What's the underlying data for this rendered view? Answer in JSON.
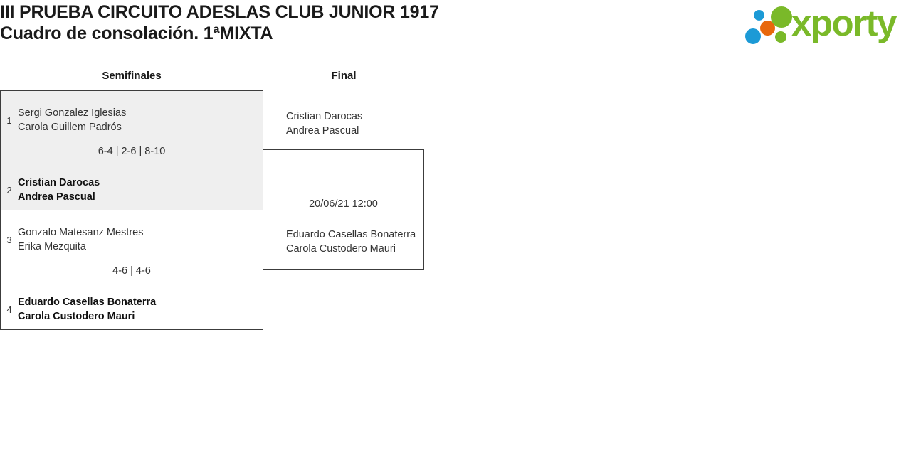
{
  "header": {
    "title_line_1": "III PRUEBA CIRCUITO ADESLAS CLUB JUNIOR 1917",
    "title_line_2": "Cuadro de consolación. 1ªMIXTA",
    "logo_text": "xporty",
    "logo_colors": {
      "green": "#7ab929",
      "blue": "#1c9ad6",
      "orange": "#e8680c"
    }
  },
  "rounds": [
    {
      "label": "Semifinales"
    },
    {
      "label": "Final"
    }
  ],
  "matches": {
    "semifinal_1": {
      "team_top": {
        "seed": "1",
        "player_1": "Sergi Gonzalez Iglesias",
        "player_2": "Carola Guillem Padrós",
        "winner": false
      },
      "team_bottom": {
        "seed": "2",
        "player_1": "Cristian Darocas",
        "player_2": "Andrea Pascual",
        "winner": true
      },
      "score": "6-4 | 2-6 | 8-10"
    },
    "semifinal_2": {
      "team_top": {
        "seed": "3",
        "player_1": "Gonzalo Matesanz Mestres",
        "player_2": "Erika Mezquita",
        "winner": false
      },
      "team_bottom": {
        "seed": "4",
        "player_1": "Eduardo Casellas Bonaterra",
        "player_2": "Carola Custodero Mauri",
        "winner": true
      },
      "score": "4-6 | 4-6"
    },
    "final": {
      "team_top": {
        "seed": "",
        "player_1": "Cristian Darocas",
        "player_2": "Andrea Pascual",
        "winner": false
      },
      "team_bottom": {
        "seed": "",
        "player_1": "Eduardo Casellas Bonaterra",
        "player_2": "Carola Custodero Mauri",
        "winner": false
      },
      "score": "20/06/21 12:00"
    }
  }
}
